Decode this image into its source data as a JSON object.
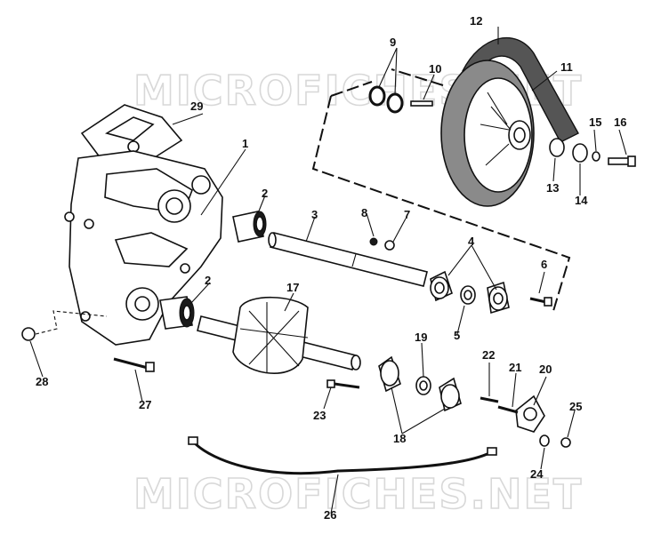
{
  "watermark": {
    "top_text": "MICROFICHES.NET",
    "bottom_text": "MICROFICHES.NET"
  },
  "callouts": [
    {
      "id": "c1",
      "label": "1"
    },
    {
      "id": "c2a",
      "label": "2"
    },
    {
      "id": "c2b",
      "label": "2"
    },
    {
      "id": "c3",
      "label": "3"
    },
    {
      "id": "c4",
      "label": "4"
    },
    {
      "id": "c5",
      "label": "5"
    },
    {
      "id": "c6",
      "label": "6"
    },
    {
      "id": "c7",
      "label": "7"
    },
    {
      "id": "c8",
      "label": "8"
    },
    {
      "id": "c9",
      "label": "9"
    },
    {
      "id": "c10",
      "label": "10"
    },
    {
      "id": "c11",
      "label": "11"
    },
    {
      "id": "c12",
      "label": "12"
    },
    {
      "id": "c13",
      "label": "13"
    },
    {
      "id": "c14",
      "label": "14"
    },
    {
      "id": "c15",
      "label": "15"
    },
    {
      "id": "c16",
      "label": "16"
    },
    {
      "id": "c17",
      "label": "17"
    },
    {
      "id": "c18",
      "label": "18"
    },
    {
      "id": "c19",
      "label": "19"
    },
    {
      "id": "c20",
      "label": "20"
    },
    {
      "id": "c21",
      "label": "21"
    },
    {
      "id": "c22",
      "label": "22"
    },
    {
      "id": "c23",
      "label": "23"
    },
    {
      "id": "c24",
      "label": "24"
    },
    {
      "id": "c25",
      "label": "25"
    },
    {
      "id": "c26",
      "label": "26"
    },
    {
      "id": "c27",
      "label": "27"
    },
    {
      "id": "c28",
      "label": "28"
    },
    {
      "id": "c29",
      "label": "29"
    }
  ]
}
